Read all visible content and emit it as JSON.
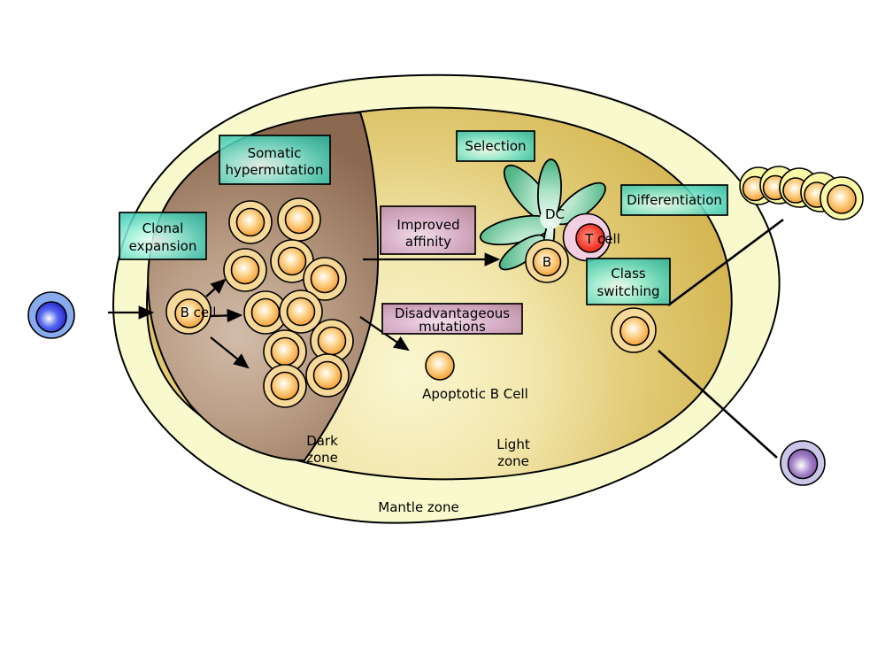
{
  "diagram": {
    "zones": {
      "dark": {
        "line1": "Dark",
        "line2": "zone"
      },
      "light": {
        "line1": "Light",
        "line2": "zone"
      },
      "mantle": {
        "label": "Mantle zone"
      }
    },
    "boxes": {
      "clonal_expansion": {
        "line1": "Clonal",
        "line2": "expansion"
      },
      "somatic_hypermutation": {
        "line1": "Somatic",
        "line2": "hypermutation"
      },
      "selection": {
        "label": "Selection"
      },
      "differentiation": {
        "label": "Differentiation"
      },
      "class_switching": {
        "line1": "Class",
        "line2": "switching"
      },
      "improved_affinity": {
        "line1": "Improved",
        "line2": "affinity"
      },
      "disadvantageous_mutations": {
        "line1": "Disadvantageous",
        "line2": "mutations"
      }
    },
    "cells": {
      "b_cell_label": "B cell",
      "dendritic_label": "DC",
      "t_cell_label": "T cell",
      "selected_b_label": "B",
      "apoptotic_label": "Apoptotic B Cell"
    },
    "colors": {
      "mantle_fill": "#f8facd",
      "light_zone": "#ddc266",
      "dark_zone": "#9a7960",
      "teal_box": "#3fc9b4",
      "mauve_box": "#c495af",
      "b_cell_outer": "#f6d898",
      "b_cell_inner": "#f29b2c",
      "dc_green": "#46ad7c",
      "t_cell_red": "#e92c2c",
      "t_cell_ring": "#f3cde0",
      "blue_cell": "#2233cc",
      "blue_ring": "#88aaee",
      "purple_cell": "#7a55a5",
      "purple_ring": "#cbc5e8",
      "plasma_outer": "#f8f8a6",
      "outline": "#000000"
    }
  }
}
